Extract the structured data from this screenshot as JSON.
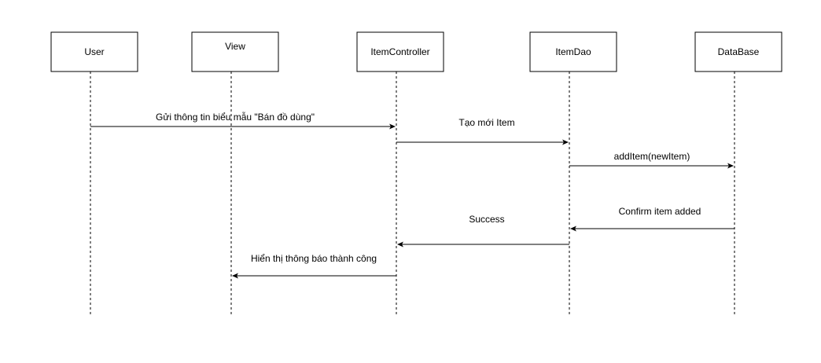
{
  "participants": [
    {
      "id": "user",
      "label": "User"
    },
    {
      "id": "view",
      "label": "View"
    },
    {
      "id": "itemcontroller",
      "label": "ItemController"
    },
    {
      "id": "itemdao",
      "label": "ItemDao"
    },
    {
      "id": "database",
      "label": "DataBase"
    }
  ],
  "messages": [
    {
      "from": "user",
      "to": "itemcontroller",
      "label": "Gửi thông tin biểu mẫu \"Bán đồ dùng\""
    },
    {
      "from": "itemcontroller",
      "to": "itemdao",
      "label": "Tạo mới Item"
    },
    {
      "from": "itemdao",
      "to": "database",
      "label": "addItem(newItem)"
    },
    {
      "from": "database",
      "to": "itemdao",
      "label": "Confirm item added"
    },
    {
      "from": "itemdao",
      "to": "itemcontroller",
      "label": "Success"
    },
    {
      "from": "itemcontroller",
      "to": "view",
      "label": "Hiển thị thông báo thành công"
    }
  ]
}
